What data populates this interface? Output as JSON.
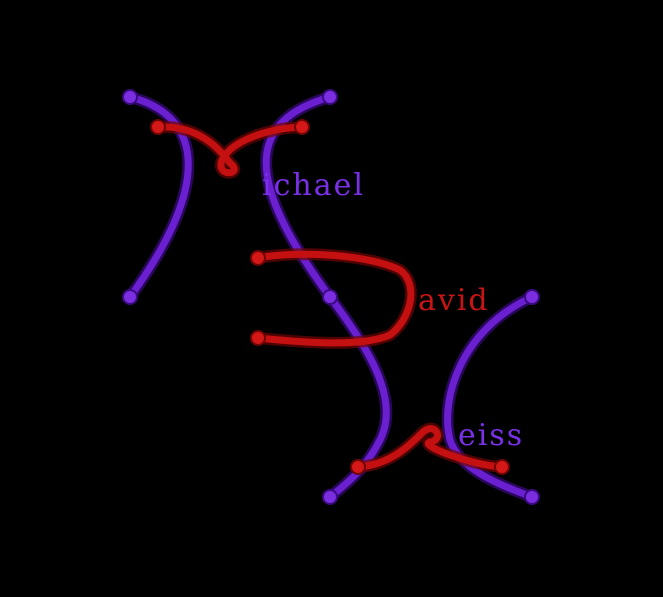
{
  "monogram": {
    "line1": "ichael",
    "line2": "avid",
    "line3": "eiss"
  },
  "colors": {
    "background": "#000000",
    "purple": "#6a1fd0",
    "red": "#c41010"
  }
}
